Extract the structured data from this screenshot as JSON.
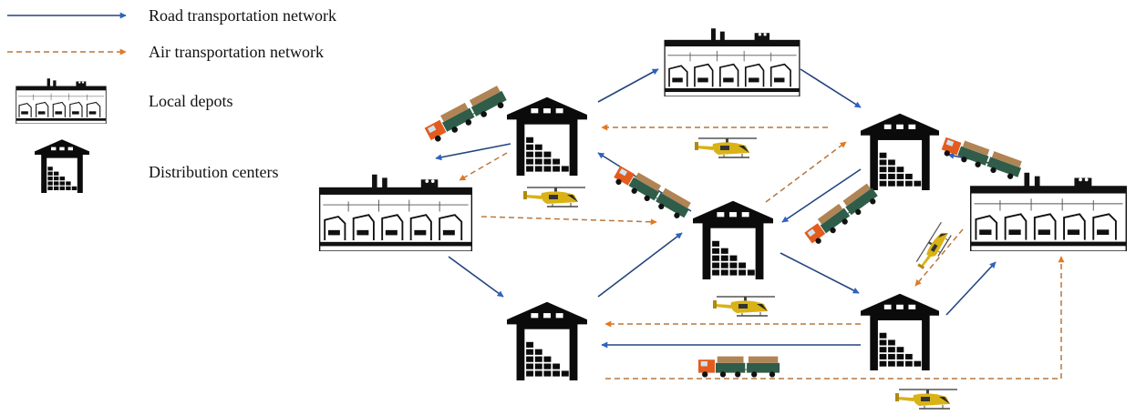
{
  "legend": {
    "road_label": "Road transportation network",
    "air_label": "Air transportation network",
    "depot_label": "Local depots",
    "center_label": "Distribution centers"
  },
  "colors": {
    "road": "#24457e",
    "road_head": "#2f62c0",
    "air": "#b9773e",
    "air_head": "#e5781f",
    "building": "#0b0b0b",
    "truck_cab": "#e35b1d",
    "truck_trailer": "#2f5d4a",
    "cargo": "#b08455",
    "helicopter": "#d9b215"
  },
  "icons": {
    "depot": "local-depot-icon",
    "center": "distribution-center-icon",
    "truck": "truck-icon",
    "helicopter": "helicopter-icon"
  }
}
